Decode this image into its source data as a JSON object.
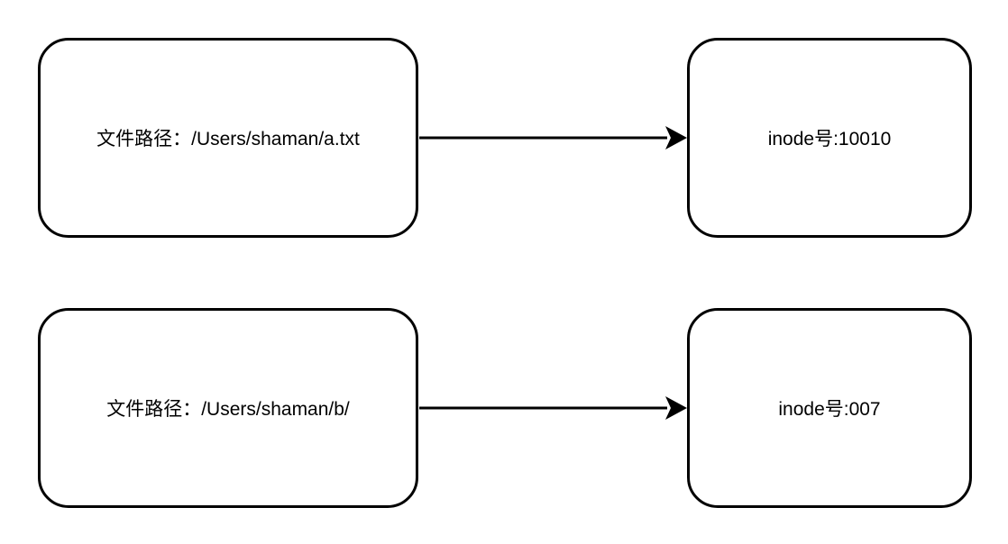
{
  "diagram": {
    "nodes": [
      {
        "id": "path-a",
        "label": "文件路径：/Users/shaman/a.txt"
      },
      {
        "id": "inode-a",
        "label": "inode号:10010"
      },
      {
        "id": "path-b",
        "label": "文件路径：/Users/shaman/b/"
      },
      {
        "id": "inode-b",
        "label": "inode号:007"
      }
    ],
    "edges": [
      {
        "from": "path-a",
        "to": "inode-a"
      },
      {
        "from": "path-b",
        "to": "inode-b"
      }
    ],
    "colors": {
      "stroke": "#000000",
      "fill": "#ffffff",
      "text": "#000000"
    }
  }
}
